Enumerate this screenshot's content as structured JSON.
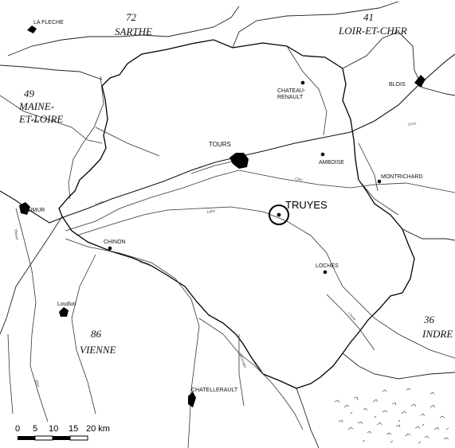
{
  "departments": [
    {
      "id": "sarthe",
      "number": "72",
      "name": "SARTHE"
    },
    {
      "id": "loir-et-cher",
      "number": "41",
      "name": "LOIR-ET-CHER"
    },
    {
      "id": "maine-et-loire",
      "number": "49",
      "name_line1": "MAINE-",
      "name_line2": "ET-LOIRE"
    },
    {
      "id": "vienne",
      "number": "86",
      "name": "VIENNE"
    },
    {
      "id": "indre",
      "number": "36",
      "name": "INDRE"
    }
  ],
  "towns": {
    "la_fleche": "LA FLECHE",
    "blois": "BLOIS",
    "chateau_renault_line1": "CHATEAU-",
    "chateau_renault_line2": "RENAULT",
    "tours": "TOURS",
    "amboise": "AMBOISE",
    "montrichard": "MONTRICHARD",
    "saumur": "SAUMUR",
    "chinon": "CHINON",
    "loches": "LOCHES",
    "loudun": "Loudun",
    "chatellerault": "CHATELLERAULT"
  },
  "highlight": {
    "name": "TRUYES"
  },
  "rivers": {
    "loire": "Loire",
    "cher": "Cher",
    "indre": "Indre",
    "vienne": "Vienne",
    "creuse": "Creuse",
    "loir": "Loir",
    "claise": "Claise",
    "thouet": "Thouet"
  },
  "scale_bar": {
    "labels": [
      "0",
      "5",
      "10",
      "15",
      "20 km"
    ]
  }
}
